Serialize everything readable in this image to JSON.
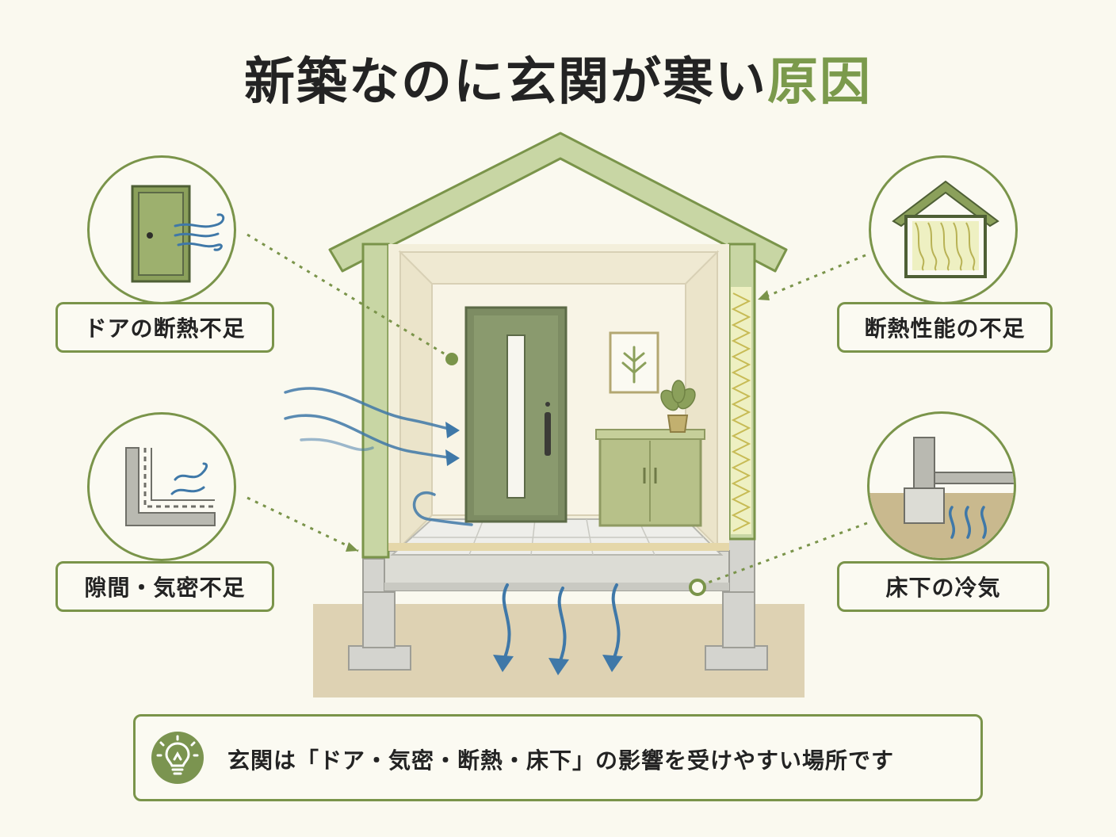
{
  "title": {
    "main": "新築なのに玄関が寒い",
    "accent": "原因"
  },
  "causes": [
    {
      "label": "ドアの断熱不足",
      "icon": "door-draft-icon"
    },
    {
      "label": "隙間・気密不足",
      "icon": "wall-gap-icon"
    },
    {
      "label": "断熱性能の不足",
      "icon": "house-insulation-icon"
    },
    {
      "label": "床下の冷気",
      "icon": "underfloor-cold-icon"
    }
  ],
  "summary": {
    "text": "玄関は「ドア・気密・断熱・床下」の影響を受けやすい場所です",
    "icon": "lightbulb-icon"
  },
  "colors": {
    "accent": "#7b9a4c",
    "house_wall": "#c8d6a4",
    "door": "#7d8c63",
    "cabinet": "#b7c189",
    "air_flow": "#3f78a8",
    "ground": "#d8cba8",
    "background": "#faf9ef"
  }
}
